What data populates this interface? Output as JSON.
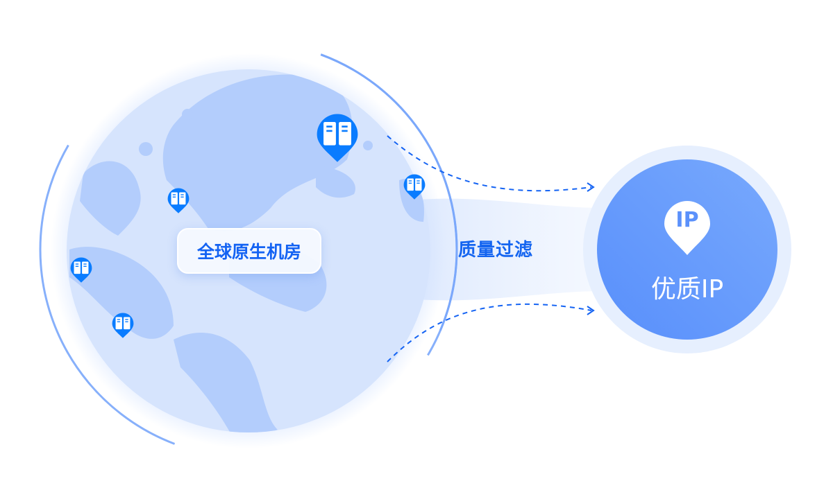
{
  "globe": {
    "label": "全球原生机房",
    "pins": [
      "server-pin",
      "server-pin",
      "server-pin",
      "server-pin",
      "server-pin"
    ]
  },
  "flow": {
    "label": "质量过滤"
  },
  "result": {
    "pin_text": "IP",
    "title": "优质IP"
  },
  "colors": {
    "accent": "#0a7cff",
    "globe": "#d6e4fd",
    "land": "#b3cdfc",
    "result": "#6097fb"
  }
}
